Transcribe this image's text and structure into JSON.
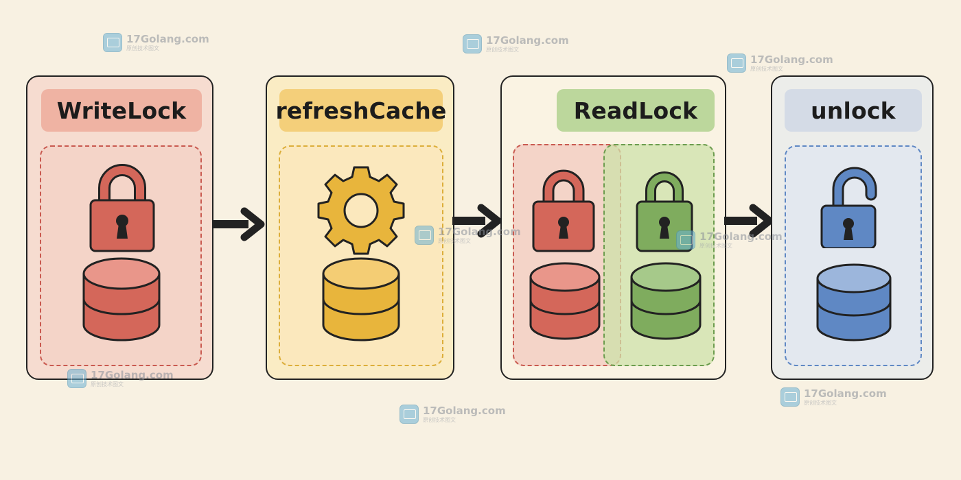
{
  "steps": [
    {
      "title": "WriteLock",
      "icon": "lock-closed-icon + database-icon",
      "color": "#d4675a"
    },
    {
      "title": "refreshCache",
      "icon": "gear-icon + database-icon",
      "color": "#e8b53c"
    },
    {
      "title": "ReadLock",
      "icon": "lock-closed-icon x2 + database-icon x2",
      "colors": [
        "#d4675a",
        "#7fac5e"
      ]
    },
    {
      "title": "unlock",
      "icon": "lock-open-icon + database-icon",
      "color": "#5f88c4"
    }
  ],
  "watermark": {
    "text": "17Golang.com",
    "subtext": "原创技术图文"
  },
  "colors": {
    "background": "#f8f1e2",
    "red": "#d4675a",
    "yellow": "#e8b53c",
    "green": "#7fac5e",
    "blue": "#5f88c4",
    "stroke": "#222222"
  }
}
